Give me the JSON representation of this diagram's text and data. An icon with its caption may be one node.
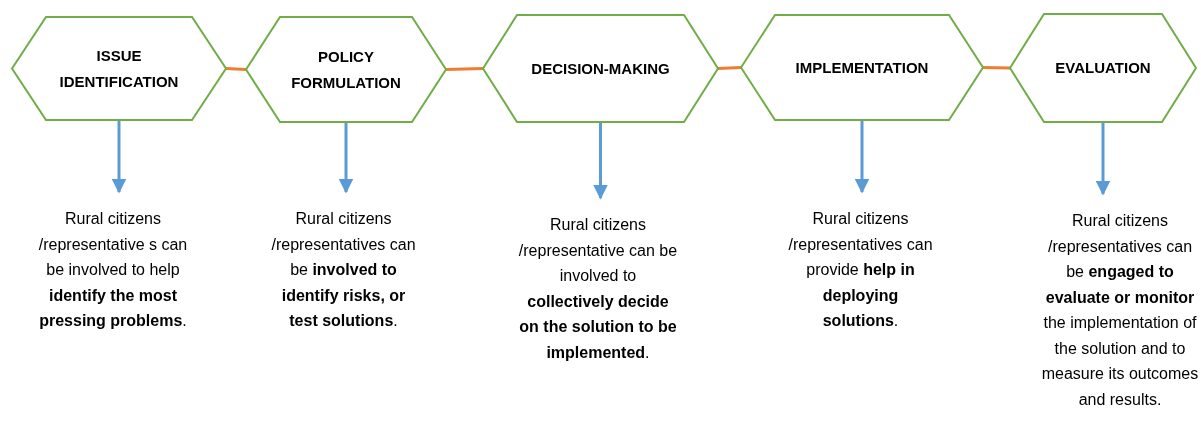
{
  "diagram": {
    "nodes": [
      {
        "text": [
          "ISSUE IDENTIFICATION"
        ]
      },
      {
        "text": [
          "POLICY FORMULATION"
        ]
      },
      {
        "text": [
          "DECISION-MAKING"
        ]
      },
      {
        "text": [
          "IMPLEMENTATION"
        ]
      },
      {
        "text": [
          "EVALUATION"
        ]
      },
      {
        "text": [
          "Rural citizens /representative s can be involved to help **identify the most pressing problems**."
        ]
      },
      {
        "text": [
          "Rural citizens /representatives can be **involved to identify risks, or test solutions**."
        ]
      },
      {
        "text": [
          "Rural citizens /representative can be involved to **collectively decide on the solution to be implemented**."
        ]
      },
      {
        "text": [
          "Rural citizens /representatives can provide **help in deploying solutions**."
        ]
      },
      {
        "text": [
          "Rural citizens /representatives can be **engaged to evaluate or monitor** the implementation of the solution and to measure its outcomes and results."
        ]
      }
    ],
    "edges": [
      {
        "from": 0,
        "to": 1,
        "arrow": "none",
        "color": "#ed7d31"
      },
      {
        "from": 1,
        "to": 2,
        "arrow": "none",
        "color": "#ed7d31"
      },
      {
        "from": 2,
        "to": 3,
        "arrow": "none",
        "color": "#ed7d31"
      },
      {
        "from": 3,
        "to": 4,
        "arrow": "none",
        "color": "#ed7d31"
      },
      {
        "from": 0,
        "to": 5,
        "arrow": "to"
      },
      {
        "from": 1,
        "to": 6,
        "arrow": "to"
      },
      {
        "from": 2,
        "to": 7,
        "arrow": "to"
      },
      {
        "from": 3,
        "to": 8,
        "arrow": "to"
      },
      {
        "from": 4,
        "to": 9,
        "arrow": "to"
      }
    ]
  }
}
